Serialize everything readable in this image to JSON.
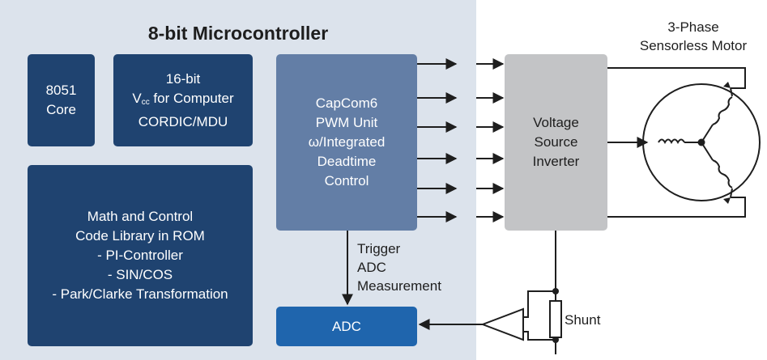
{
  "title": "8-bit Microcontroller",
  "core": [
    "8051",
    "Core"
  ],
  "cordic": {
    "line1": "16-bit",
    "vcc_main": "V",
    "vcc_sub": "cc",
    "vcc_rest": " for Computer",
    "line3": "CORDIC/MDU"
  },
  "math": [
    "Math and Control",
    "Code Library in ROM",
    "- PI-Controller",
    "- SIN/COS",
    "- Park/Clarke Transformation"
  ],
  "pwm": [
    "CapCom6",
    "PWM Unit",
    "ω/Integrated",
    "Deadtime",
    "Control"
  ],
  "adc": "ADC",
  "trigger": [
    "Trigger",
    "ADC",
    "Measurement"
  ],
  "inverter": [
    "Voltage",
    "Source",
    "Inverter"
  ],
  "motor": [
    "3-Phase",
    "Sensorless Motor"
  ],
  "shunt": "Shunt",
  "colors": {
    "panel": "#dce3ec",
    "dark_block": "#1f4370",
    "pwm_block": "#637ea6",
    "adc_block": "#1f65ad",
    "inverter_block": "#c3c4c6"
  }
}
